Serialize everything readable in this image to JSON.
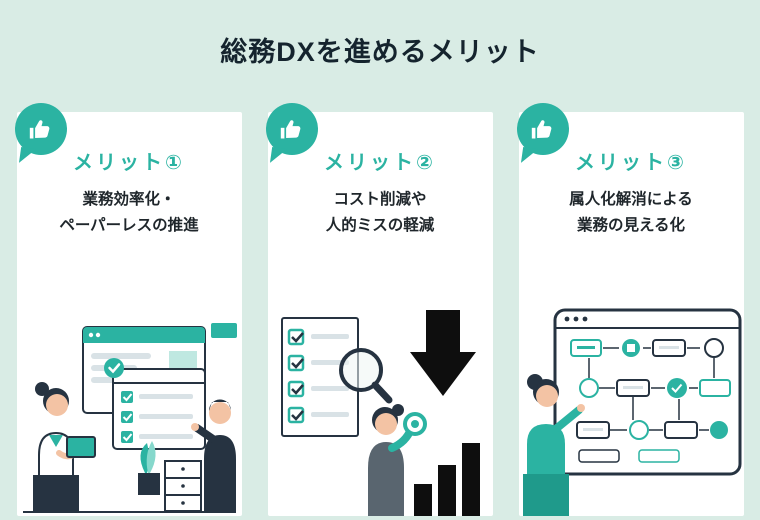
{
  "page": {
    "title": "総務DXを進めるメリット",
    "background_color": "#d9ece5",
    "accent_color": "#2bb3a2",
    "card_color": "#ffffff",
    "text_color": "#1f262b"
  },
  "icons": {
    "badge": "thumbs-up"
  },
  "cards": [
    {
      "label": "メリット①",
      "description_line1": "業務効率化・",
      "description_line2": "ペーパーレスの推進",
      "illustration": "two office workers with browser windows and checklist"
    },
    {
      "label": "メリット②",
      "description_line1": "コスト削減や",
      "description_line2": "人的ミスの軽減",
      "illustration": "checklist with magnifier, person, downward arrow and bar chart"
    },
    {
      "label": "メリット③",
      "description_line1": "属人化解消による",
      "description_line2": "業務の見える化",
      "illustration": "person pointing at workflow flowchart screen"
    }
  ]
}
